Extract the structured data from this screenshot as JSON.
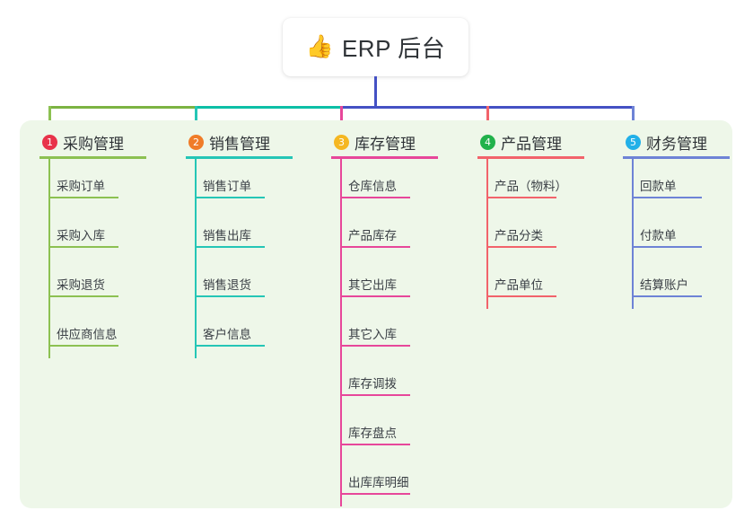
{
  "root": {
    "icon": "thumbs-up-icon",
    "icon_glyph": "👍",
    "title": "ERP 后台"
  },
  "palette": {
    "page_bg": "#ffffff",
    "panel_bg": "#eef7e9",
    "card_bg": "#ffffff",
    "text": "#2f3337",
    "root_stem": "#4451c4"
  },
  "connector": {
    "segments": [
      {
        "name": "segment-green",
        "color": "#7cb342"
      },
      {
        "name": "segment-teal",
        "color": "#0cbfa6"
      },
      {
        "name": "segment-blue",
        "color": "#4451c4"
      }
    ]
  },
  "columns": [
    {
      "index": "1",
      "title": "采购管理",
      "badge_color": "#e8334a",
      "line_color": "#8cc152",
      "items": [
        "采购订单",
        "采购入库",
        "采购退货",
        "供应商信息"
      ]
    },
    {
      "index": "2",
      "title": "销售管理",
      "badge_color": "#f07c28",
      "line_color": "#25c6b6",
      "items": [
        "销售订单",
        "销售出库",
        "销售退货",
        "客户信息"
      ]
    },
    {
      "index": "3",
      "title": "库存管理",
      "badge_color": "#f5b722",
      "line_color": "#e7479a",
      "items": [
        "仓库信息",
        "产品库存",
        "其它出库",
        "其它入库",
        "库存调拨",
        "库存盘点",
        "出库库明细"
      ]
    },
    {
      "index": "4",
      "title": "产品管理",
      "badge_color": "#21b24b",
      "line_color": "#f2636b",
      "items": [
        "产品（物料）",
        "产品分类",
        "产品单位"
      ]
    },
    {
      "index": "5",
      "title": "财务管理",
      "badge_color": "#22b0e8",
      "line_color": "#6e83d6",
      "items": [
        "回款单",
        "付款单",
        "结算账户"
      ]
    }
  ]
}
